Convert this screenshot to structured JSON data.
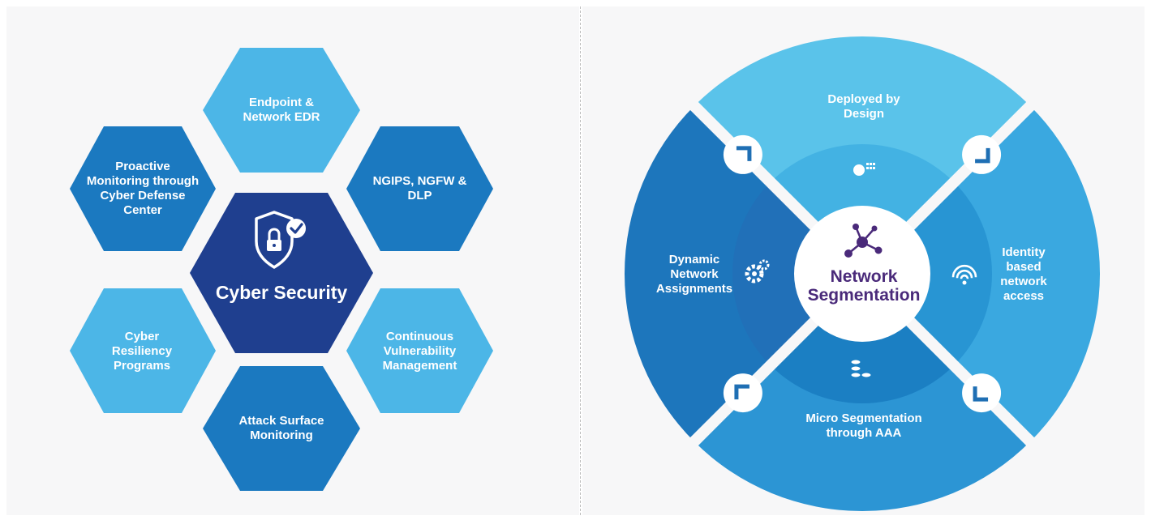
{
  "left_diagram": {
    "center_label": "Cyber Security",
    "center_icon": "shield-lock-check-icon",
    "hexagons": [
      {
        "id": "endpoint",
        "label": "Endpoint & Network EDR"
      },
      {
        "id": "ngips",
        "label": "NGIPS, NGFW & DLP"
      },
      {
        "id": "vulnerability",
        "label": "Continuous Vulnerability Management"
      },
      {
        "id": "attack-surface",
        "label": "Attack Surface Monitoring"
      },
      {
        "id": "resiliency",
        "label": "Cyber Resiliency Programs"
      },
      {
        "id": "proactive",
        "label": "Proactive Monitoring through Cyber Defense Center"
      }
    ]
  },
  "right_diagram": {
    "center_label_line1": "Network",
    "center_label_line2": "Segmentation",
    "center_icon": "network-nodes-icon",
    "segments": [
      {
        "id": "top",
        "label": "Deployed by Design",
        "icon": "brain-pixel-icon"
      },
      {
        "id": "right",
        "label": "Identity based network access",
        "icon": "wifi-icon"
      },
      {
        "id": "bottom",
        "label": "Micro Segmentation through AAA",
        "icon": "coins-icon"
      },
      {
        "id": "left",
        "label": "Dynamic Network Assignments",
        "icon": "gears-icon"
      }
    ]
  },
  "colors": {
    "dark_blue": "#1f3f8f",
    "mid_blue": "#1b79c0",
    "light_blue": "#4cb6e7",
    "center_purple": "#4a2a7a"
  }
}
